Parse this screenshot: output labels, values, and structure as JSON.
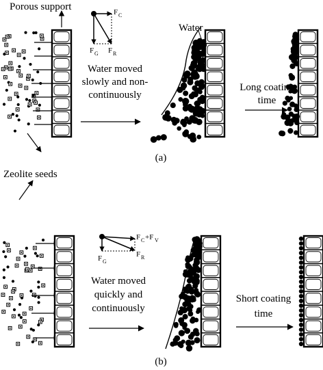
{
  "labels": {
    "porous_support": "Porous support",
    "water": "Water",
    "zeolite_seeds": "Zeolite seeds",
    "panel_a": "(a)",
    "panel_b": "(b)",
    "a_mid_1": "Water moved",
    "a_mid_2": "slowly and non-",
    "a_mid_3": "continuously",
    "a_right_1": "Long coating",
    "a_right_2": "time",
    "b_mid_1": "Water moved",
    "b_mid_2": "quickly and",
    "b_mid_3": "continuously",
    "b_right_1": "Short coating",
    "b_right_2": "time"
  },
  "forces_a": {
    "fc": "F",
    "fc_sub": "C",
    "fg": "F",
    "fg_sub": "G",
    "fr": "F",
    "fr_sub": "R"
  },
  "forces_b": {
    "fcv_1": "F",
    "fcv_1_sub": "C",
    "fcv_plus": "+F",
    "fcv_2_sub": "V",
    "fg": "F",
    "fg_sub": "G",
    "fr": "F",
    "fr_sub": "R"
  }
}
